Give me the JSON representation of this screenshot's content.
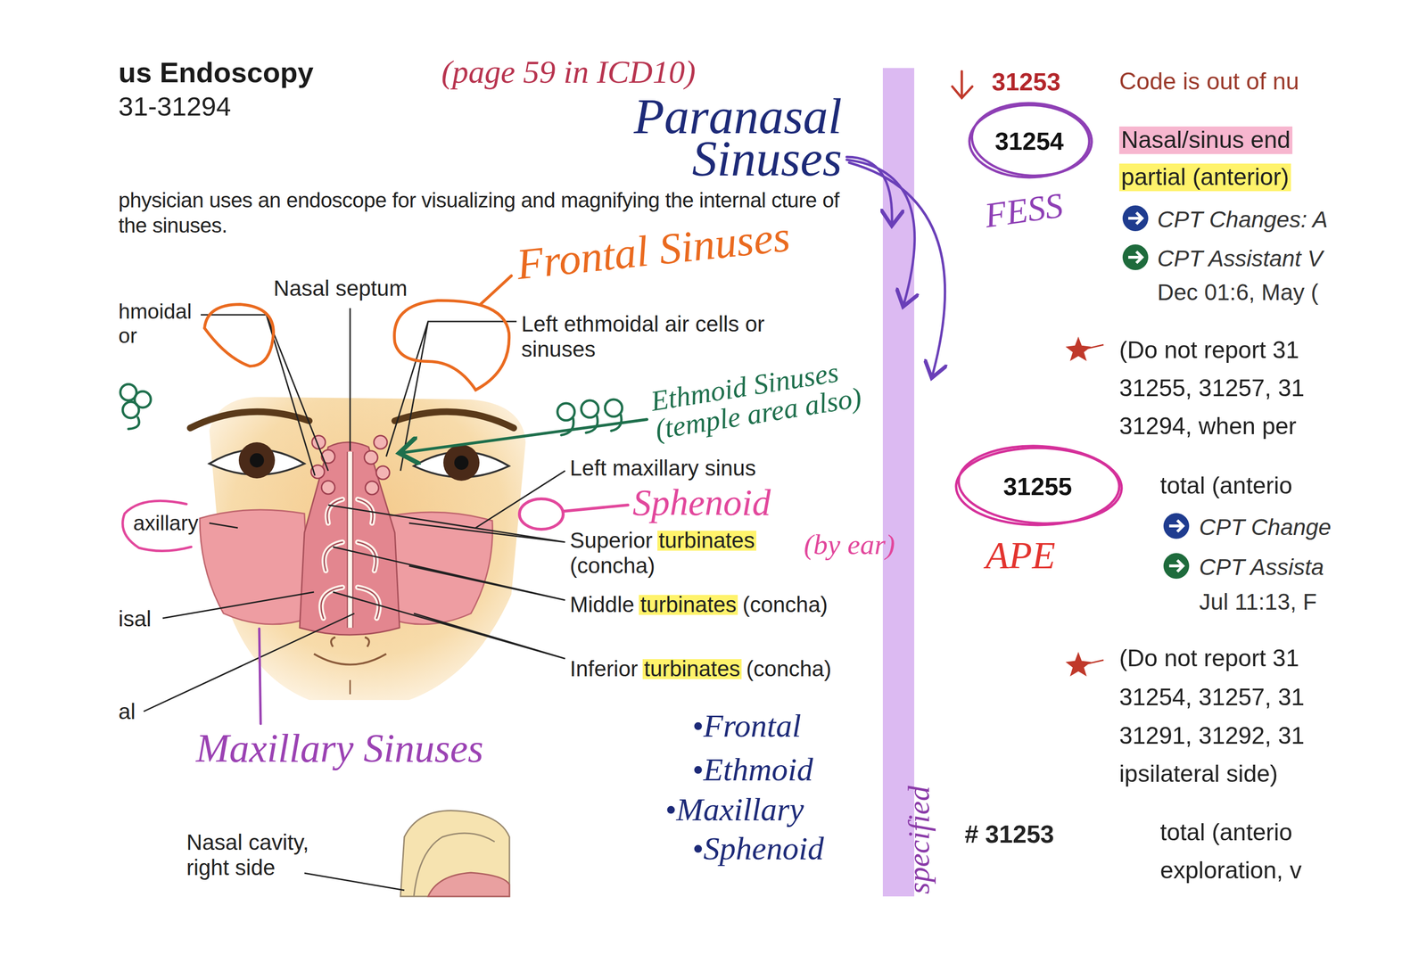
{
  "diagram": {
    "title": "us Endoscopy",
    "nodes": [
      {
        "text": [
          "31254"
        ]
      },
      {
        "text": [
          "31255"
        ]
      }
    ],
    "labels": [
      "31-31294",
      "(page 59 in ICD10)",
      "Paranasal Sinuses",
      "physician uses an endoscope for visualizing and magnifying the internal cture of the sinuses.",
      "Frontal Sinuses",
      "Nasal septum",
      "hmoidal or",
      "Left ethmoidal air cells or sinuses",
      "Ethmoid Sinuses (temple area also)",
      "Left maxillary sinus",
      "Sphenoid",
      "axillary",
      "Superior turbinates (concha)",
      "(by ear)",
      "Middle turbinates (concha)",
      "Inferior turbinates (concha)",
      "isal",
      "al",
      "Maxillary Sinuses",
      "•Frontal",
      "•Ethmoid",
      "•Maxillary",
      "•Sphenoid",
      "Nasal cavity, right side",
      "specified",
      "31253",
      "Code is out of nu",
      "FESS",
      "Nasal/sinus end",
      "partial (anterior)",
      "CPT Changes: A",
      "CPT Assistant V",
      "Dec 01:6, May (",
      "(Do not report 31",
      "31255, 31257, 31",
      "31294, when per",
      "APE",
      "total (anterio",
      "CPT Change",
      "CPT Assista",
      "Jul 11:13, F",
      "(Do not report 31",
      "31254, 31257, 31",
      "31291, 31292, 31",
      "ipsilateral side)",
      "# 31253",
      "total (anterio",
      "exploration, v"
    ]
  }
}
